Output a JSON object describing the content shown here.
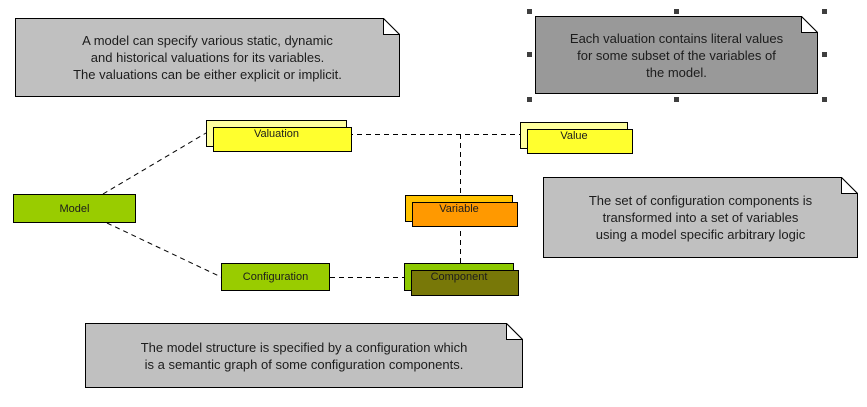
{
  "notes": [
    {
      "name": "note-model-valuations",
      "text": "A model can specify various static,  dynamic\nand historical valuations for its variables.\nThe valuations can be either explicit or implicit.",
      "selected": false
    },
    {
      "name": "note-valuation-contents",
      "text": "Each valuation contains literal values\nfor some subset of the variables of\nthe model.",
      "selected": true
    },
    {
      "name": "note-variable-transformation",
      "text": "The set of configuration components is\ntransformed into a set of variables\nusing a model specific arbitrary logic",
      "selected": false
    },
    {
      "name": "note-model-structure",
      "text": "The model structure is specified by  a configuration which\nis a semantic graph of some configuration components.",
      "selected": false
    }
  ],
  "nodes": [
    {
      "name": "model",
      "label": "Model"
    },
    {
      "name": "valuation",
      "label": "Valuation"
    },
    {
      "name": "value",
      "label": "Value"
    },
    {
      "name": "variable",
      "label": "Variable"
    },
    {
      "name": "configuration",
      "label": "Configuration"
    },
    {
      "name": "component",
      "label": "Component"
    }
  ],
  "connectors": [
    {
      "name": "model-valuation"
    },
    {
      "name": "valuation-value"
    },
    {
      "name": "valuation-variable"
    },
    {
      "name": "variable-component"
    },
    {
      "name": "model-configuration"
    },
    {
      "name": "configuration-component"
    }
  ],
  "colors": {
    "note_fill": "#C0C0C0",
    "note_selected_fill": "#999999",
    "node_green": "#99CC00",
    "node_yellow_front": "#FFFF9E",
    "node_yellow_shadow": "#FFFF2E",
    "node_amber_front": "#FFC200",
    "node_amber_shadow": "#FF9900",
    "node_component_front": "#8CC800",
    "node_component_shadow": "#787808",
    "border": "#000000",
    "handle": "#3F3F3F",
    "background": "#FFFFFF"
  }
}
